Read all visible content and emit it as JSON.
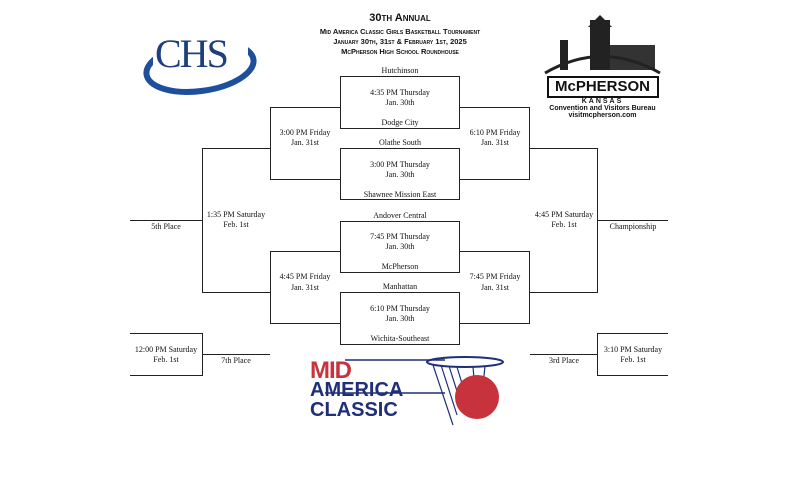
{
  "header": {
    "line1": "30th Annual",
    "line2": "Mid America Classic Girls Basketball Tournament",
    "line3": "January 30th, 31st & February 1st, 2025",
    "line4": "McPherson High School Roundhouse"
  },
  "logos": {
    "chs": "CHS",
    "mcpherson": {
      "name": "McPHERSON",
      "state": "KANSAS",
      "sub": "Convention and Visitors Bureau",
      "url": "visitmcpherson.com"
    },
    "mac": {
      "l1": "MID",
      "l2": "AMERICA",
      "l3": "CLASSIC"
    }
  },
  "games": {
    "g1": {
      "top": "Hutchinson",
      "time": "4:35 PM Thursday",
      "date": "Jan. 30th",
      "bottom": "Dodge City"
    },
    "g2": {
      "top": "Olathe South",
      "time": "3:00 PM Thursday",
      "date": "Jan. 30th",
      "bottom": "Shawnee Mission East"
    },
    "g3": {
      "top": "Andover Central",
      "time": "7:45 PM Thursday",
      "date": "Jan. 30th",
      "bottom": "McPherson"
    },
    "g4": {
      "top": "Manhattan",
      "time": "6:10 PM Thursday",
      "date": "Jan. 30th",
      "bottom": "Wichita-Southeast"
    },
    "l1": {
      "time": "3:00 PM Friday",
      "date": "Jan. 31st"
    },
    "l2": {
      "time": "4:45 PM Friday",
      "date": "Jan. 31st"
    },
    "r1": {
      "time": "6:10 PM Friday",
      "date": "Jan. 31st"
    },
    "r2": {
      "time": "7:45 PM Friday",
      "date": "Jan. 31st"
    },
    "lsemi": {
      "time": "1:35 PM Saturday",
      "date": "Feb. 1st",
      "label": "5th Place"
    },
    "rsemi": {
      "time": "4:45 PM Saturday",
      "date": "Feb. 1st",
      "label": "Championship"
    },
    "seventh": {
      "time": "12:00 PM Saturday",
      "date": "Feb. 1st",
      "label": "7th Place"
    },
    "third": {
      "time": "3:10 PM Saturday",
      "date": "Feb. 1st",
      "label": "3rd Place"
    }
  }
}
